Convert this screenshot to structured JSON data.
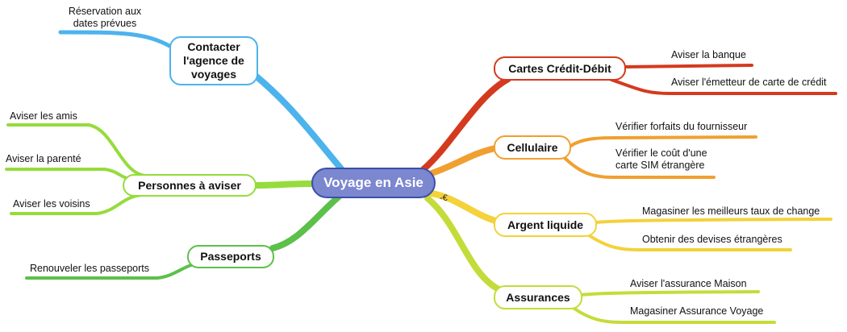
{
  "center": {
    "label": "Voyage en Asie"
  },
  "colors": {
    "blue": "#4db3ec",
    "lime": "#95dc3c",
    "green": "#5cc04a",
    "red": "#d43a1e",
    "orange": "#f0a030",
    "yellow": "#f3d23a",
    "yellowgreen": "#c4dc3a"
  },
  "icons": {
    "currency": "-€"
  },
  "branches": {
    "contacter": {
      "label": "Contacter l'agence de voyages",
      "leaves": [
        "Réservation aux dates prévues"
      ]
    },
    "personnes": {
      "label": "Personnes à aviser",
      "leaves": [
        "Aviser les amis",
        "Aviser la parenté",
        "Aviser les voisins"
      ]
    },
    "passeports": {
      "label": "Passeports",
      "leaves": [
        "Renouveler les passeports"
      ]
    },
    "cartes": {
      "label": "Cartes Crédit-Débit",
      "leaves": [
        "Aviser la banque",
        "Aviser l'émetteur de carte de crédit"
      ]
    },
    "cellulaire": {
      "label": "Cellulaire",
      "leaves": [
        "Vérifier forfaits du fournisseur",
        "Vérifier le coût d'une carte SIM étrangère"
      ]
    },
    "argent": {
      "label": "Argent liquide",
      "leaves": [
        "Magasiner les meilleurs taux de change",
        "Obtenir des devises étrangères"
      ]
    },
    "assurances": {
      "label": "Assurances",
      "leaves": [
        "Aviser l'assurance Maison",
        "Magasiner Assurance Voyage"
      ]
    }
  }
}
